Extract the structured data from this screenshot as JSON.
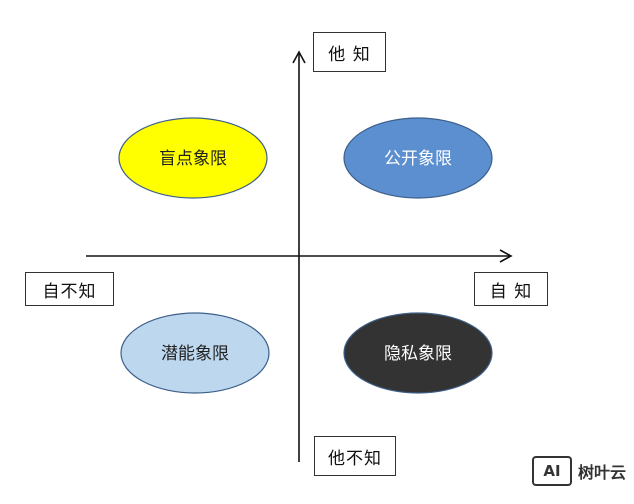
{
  "axes": {
    "top_label": "他 知",
    "bottom_label": "他不知",
    "left_label": "自不知",
    "right_label": "自 知"
  },
  "quadrants": [
    {
      "id": "blind",
      "label": "盲点象限",
      "fill": "#ffff00",
      "text_color": "#222222"
    },
    {
      "id": "open",
      "label": "公开象限",
      "fill": "#5b8fd0",
      "text_color": "#ffffff"
    },
    {
      "id": "potential",
      "label": "潜能象限",
      "fill": "#bdd7ee",
      "text_color": "#222222"
    },
    {
      "id": "private",
      "label": "隐私象限",
      "fill": "#333333",
      "text_color": "#ffffff"
    }
  ],
  "watermark": {
    "logo": "AI",
    "text": "树叶云"
  }
}
